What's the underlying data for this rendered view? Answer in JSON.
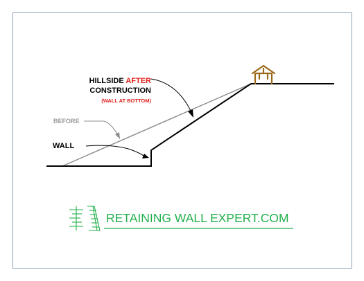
{
  "labels": {
    "hillside_prefix": "HILLSIDE ",
    "hillside_after": "AFTER",
    "construction": "CONSTRUCTION",
    "wall_at_bottom": "(WALL AT BOTTOM)",
    "before": "BEFORE",
    "wall": "WALL"
  },
  "brand": {
    "text": "RETAINING WALL EXPERT.COM"
  },
  "colors": {
    "after_line": "#000000",
    "before_line": "#8c8c8c",
    "accent_red": "#e0201b",
    "before_label": "#9a9a9a",
    "brand_green": "#22b14c",
    "house": "#9b6a1c",
    "frame": "#8aa0b8"
  },
  "icons": {
    "house": "house-icon",
    "logo": "retaining-wall-logo-icon"
  }
}
